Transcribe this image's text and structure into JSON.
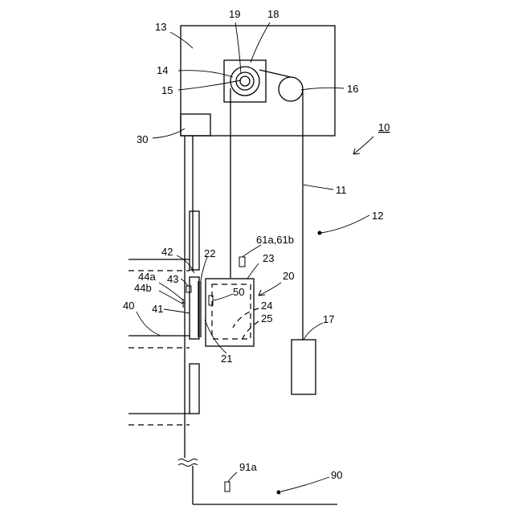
{
  "labels": {
    "l10": "10",
    "l11": "11",
    "l12": "12",
    "l13": "13",
    "l14": "14",
    "l15": "15",
    "l16": "16",
    "l17": "17",
    "l18": "18",
    "l19": "19",
    "l20": "20",
    "l21": "21",
    "l22": "22",
    "l23": "23",
    "l24": "24",
    "l25": "25",
    "l30": "30",
    "l40": "40",
    "l41": "41",
    "l42": "42",
    "l43": "43",
    "l44a": "44a",
    "l44b": "44b",
    "l50": "50",
    "l61": "61a,61b",
    "l90": "90",
    "l91a": "91a"
  }
}
